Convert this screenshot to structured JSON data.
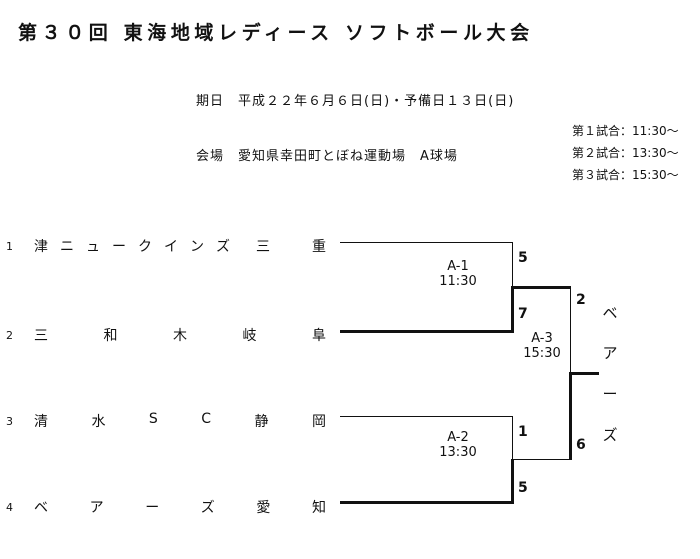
{
  "header": {
    "title": "第３０回 東海地域レディース ソフトボール大会",
    "dates": "期日　平成２２年６月６日(日)・予備日１３日(日)",
    "venue": "会場　愛知県幸田町とぼね運動場　A球場"
  },
  "schedule": [
    "第１試合：11:30～",
    "第２試合：13:30～",
    "第３試合：15:30～"
  ],
  "teams": [
    {
      "no": "1",
      "chars": [
        "津",
        "ニ",
        "ュ",
        "ー",
        "ク",
        "イ",
        "ン",
        "ズ",
        "三",
        "重"
      ]
    },
    {
      "no": "2",
      "chars": [
        "三",
        "和",
        "木",
        "岐",
        "阜"
      ]
    },
    {
      "no": "3",
      "chars": [
        "清",
        "水",
        "S",
        "C",
        "静",
        "岡"
      ]
    },
    {
      "no": "4",
      "chars": [
        "ベ",
        "ア",
        "ー",
        "ズ",
        "愛",
        "知"
      ]
    }
  ],
  "matches": [
    {
      "id": "A-1",
      "time": "11:30",
      "score_top": "5",
      "score_bottom": "7"
    },
    {
      "id": "A-2",
      "time": "13:30",
      "score_top": "1",
      "score_bottom": "5"
    },
    {
      "id": "A-3",
      "time": "15:30",
      "score_top": "2",
      "score_bottom": "6"
    }
  ],
  "champion": [
    "ベ",
    "ア",
    "ー",
    "ズ"
  ],
  "colors": {
    "ink": "#111111",
    "paper": "#ffffff"
  }
}
